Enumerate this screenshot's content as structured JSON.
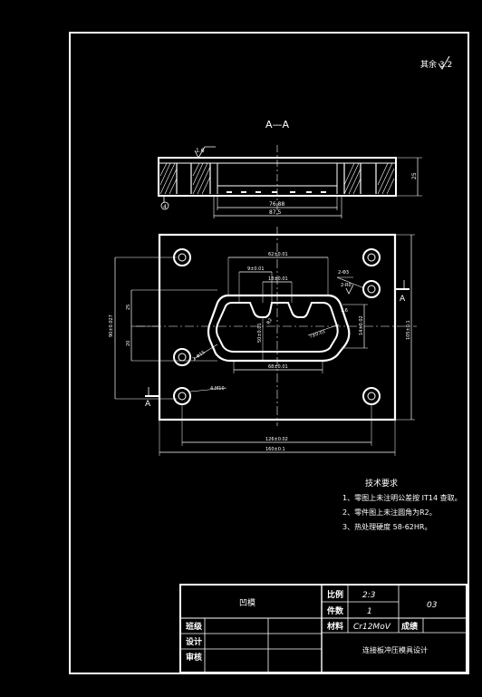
{
  "roughness_corner": "其余 3.2",
  "section": {
    "title": "A—A",
    "roughness": "1.6",
    "dim_inner": "76.88",
    "dim_outer": "87.5",
    "dim_thickness": "25",
    "marker": "4"
  },
  "plan": {
    "dims": {
      "top_width": "62±0.01",
      "notch_width": "9±0.01",
      "center_width": "18±0.01",
      "hole_small": "2-Φ3",
      "roughness_small": "1.6",
      "left_height_outer": "90±0.027",
      "left_dim_a": "25",
      "left_dim_b": "20",
      "vertical_center": "50±0.01",
      "slot_width": "7±0.01",
      "slot_radius": "R2",
      "right_offset": "2-R0",
      "right_height": "14±0.02",
      "right_height_outer": "105±0.1",
      "bottom_inner_width": "68±0.01",
      "bottom_width": "126±0.02",
      "overall_width": "160±0.1",
      "left_radius": "2-Φ15",
      "thread": "4-M10"
    },
    "section_mark_left": "A",
    "section_mark_right": "A"
  },
  "tech": {
    "title": "技术要求",
    "lines": [
      "1、零图上未注明公差按 IT14 查取。",
      "2、零件图上未注圆角为R2。",
      "3、热处理硬度 58-62HR。"
    ]
  },
  "title_block": {
    "drawing_name": "凹模",
    "scale_label": "比例",
    "scale_value": "2:3",
    "count_label": "件数",
    "count_value": "1",
    "material_label": "材料",
    "material_value": "Cr12MoV",
    "grade_label": "成绩",
    "sheet_no": "03",
    "class_label": "班级",
    "design_label": "设计",
    "review_label": "审核",
    "project": "连接板冲压模具设计"
  }
}
